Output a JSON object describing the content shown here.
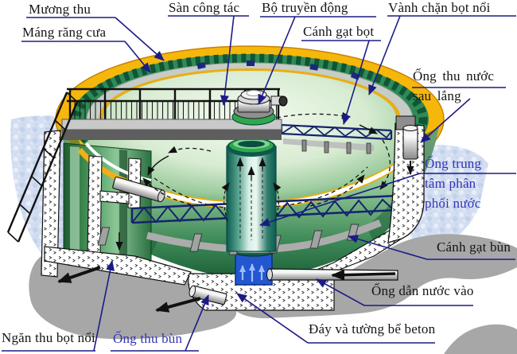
{
  "labels": {
    "muong_thu": "Mương thu",
    "mang_rang_cua": "Máng răng cưa",
    "san_cong_tac": "Sàn công tác",
    "bo_truyen_dong": "Bộ truyền động",
    "vanh_chan_bot_noi": "Vành chặn bọt nổi",
    "canh_gat_bot": "Cánh gạt bọt",
    "ong_thu_nuoc_sau_lang": [
      "Ống thu nước",
      "sau lắng"
    ],
    "ong_trung_tam": [
      "Ống trung",
      "tâm phân",
      "phối nước"
    ],
    "canh_gat_bun": "Cánh gạt bùn",
    "ong_dan_nuoc_vao": "Ống dẫn nước vào",
    "day_va_tuong_be_beton": "Đáy và tường bể beton",
    "ong_thu_bun": "Ống thu bùn",
    "ngan_thu_bot_noi": "Ngăn thu bọt nổi"
  },
  "colors": {
    "label_black": "#141414",
    "label_blue": "#3434b4",
    "leader_navy": "#1b1b86",
    "rim_yellow": "#f6b70b",
    "weir_teal": "#0f5536",
    "tank_green": "#2f8a55",
    "truss_navy": "#16246e",
    "inlet_blue": "#2257d0",
    "concrete_white": "#ffffff",
    "ground_gray": "#a7a7a7",
    "water_blue": "#d4def1"
  }
}
